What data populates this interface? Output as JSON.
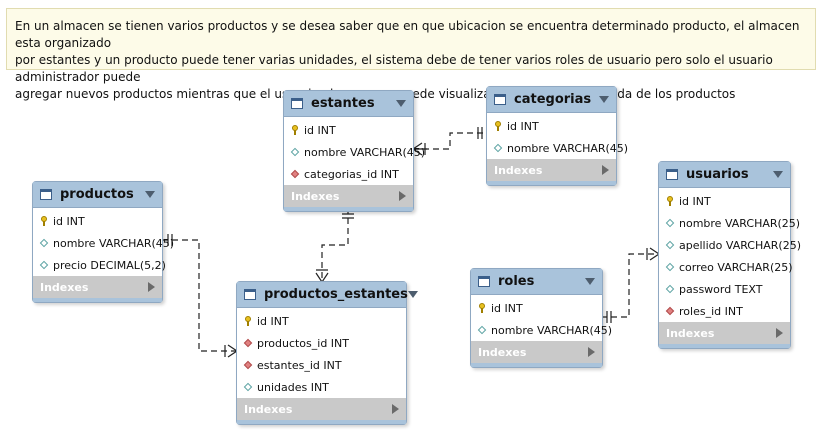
{
  "note": {
    "lines": [
      "En un almacen se tienen varios productos y se desea saber que en que ubicacion se encuentra determinado producto, el almacen esta organizado",
      "por estantes y un producto puede tener varias unidades, el sistema debe de tener varios roles de usuario pero solo el usuario administrador puede",
      "agregar nuevos productos mientras que el usuario almacenero puede visualizar y realizar la busqueda de los productos"
    ]
  },
  "indexes_label": "Indexes",
  "tables": {
    "estantes": {
      "title": "estantes",
      "columns": [
        {
          "text": "id INT",
          "kind": "pk"
        },
        {
          "text": "nombre VARCHAR(45)",
          "kind": "plain"
        },
        {
          "text": "categorias_id INT",
          "kind": "fk"
        }
      ]
    },
    "categorias": {
      "title": "categorias",
      "columns": [
        {
          "text": "id INT",
          "kind": "pk"
        },
        {
          "text": "nombre VARCHAR(45)",
          "kind": "plain"
        }
      ]
    },
    "productos": {
      "title": "productos",
      "columns": [
        {
          "text": "id INT",
          "kind": "pk"
        },
        {
          "text": "nombre VARCHAR(45)",
          "kind": "plain"
        },
        {
          "text": "precio DECIMAL(5,2)",
          "kind": "plain"
        }
      ]
    },
    "productos_estantes": {
      "title": "productos_estantes",
      "columns": [
        {
          "text": "id INT",
          "kind": "pk"
        },
        {
          "text": "productos_id INT",
          "kind": "fk"
        },
        {
          "text": "estantes_id INT",
          "kind": "fk"
        },
        {
          "text": "unidades INT",
          "kind": "plain"
        }
      ]
    },
    "roles": {
      "title": "roles",
      "columns": [
        {
          "text": "id INT",
          "kind": "pk"
        },
        {
          "text": "nombre VARCHAR(45)",
          "kind": "plain"
        }
      ]
    },
    "usuarios": {
      "title": "usuarios",
      "columns": [
        {
          "text": "id INT",
          "kind": "pk"
        },
        {
          "text": "nombre VARCHAR(25)",
          "kind": "plain"
        },
        {
          "text": "apellido VARCHAR(25)",
          "kind": "plain"
        },
        {
          "text": "correo VARCHAR(25)",
          "kind": "plain"
        },
        {
          "text": "password TEXT",
          "kind": "plain"
        },
        {
          "text": "roles_id INT",
          "kind": "fk"
        }
      ]
    }
  },
  "relationships": [
    {
      "from": "estantes",
      "to": "categorias"
    },
    {
      "from": "productos_estantes",
      "to": "estantes"
    },
    {
      "from": "productos_estantes",
      "to": "productos"
    },
    {
      "from": "usuarios",
      "to": "roles"
    }
  ]
}
